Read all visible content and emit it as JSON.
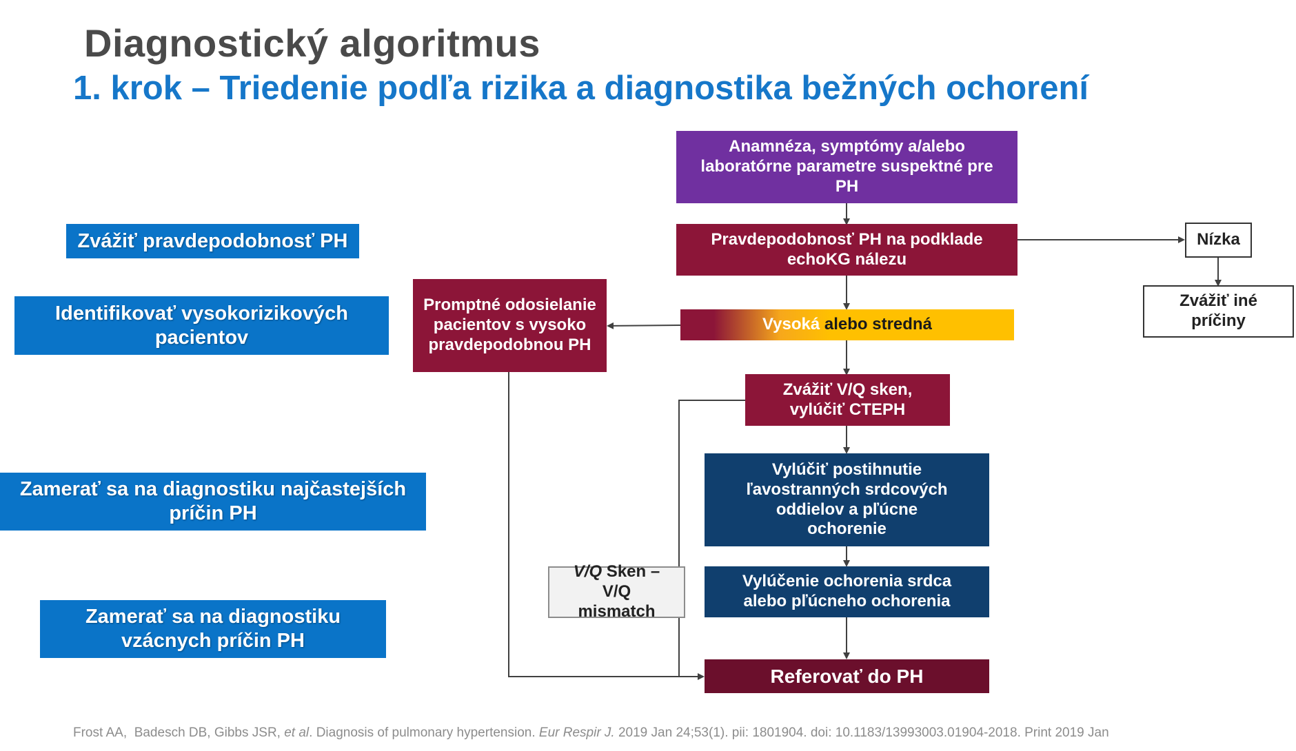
{
  "header": {
    "title": "Diagnostický algoritmus",
    "subtitle": "1. krok – Triedenie podľa rizika a diagnostika bežných ochorení"
  },
  "side_labels": {
    "probability": "Zvážiť pravdepodobnosť PH",
    "high_risk": "Identifikovať vysokorizikových pacientov",
    "common_causes": "Zamerať sa na diagnostiku najčastejších príčin PH",
    "rare_causes": "Zamerať sa na diagnostiku vzácnych príčin PH"
  },
  "flow": {
    "anamnesis": "Anamnéza, symptómy a/alebo laboratórne parametre suspektné pre PH",
    "echo": "Pravdepodobnosť PH na podklade echoKG nálezu",
    "low": "Nízka",
    "consider_other": "Zvážiť iné príčiny",
    "high_or_medium_a": "Vysoká",
    "high_or_medium_b": " alebo stredná",
    "prompt_referral": "Promptné odosielanie pacientov s vysoko pravdepodobnou PH",
    "vq_scan": "Zvážiť V/Q sken, vylúčiť CTEPH",
    "exclude_left_heart": "Vylúčiť postihnutie ľavostranných srdcových oddielov a pľúcne ochorenie",
    "excluded_heart_lung": "Vylúčenie ochorenia srdca alebo pľúcneho ochorenia",
    "vq_mismatch_italic": "V/Q",
    "vq_mismatch_rest": " Sken – V/Q mismatch",
    "refer": "Referovať do PH"
  },
  "citation": {
    "authors_plain": "Frost AA,  Badesch DB, Gibbs JSR, ",
    "et_al": "et al",
    "title_part": ". Diagnosis of pulmonary hypertension. ",
    "journal": "Eur Respir J.",
    "rest": " 2019 Jan 24;53(1). pii: 1801904. doi: 10.1183/13993003.01904-2018. Print 2019 Jan"
  },
  "colors": {
    "title_grey": "#4a4a4a",
    "subtitle_blue": "#1677c9",
    "side_blue": "#0a74c8",
    "purple": "#7030a0",
    "maroon": "#8c1538",
    "navy": "#103f6e",
    "dark_maroon": "#6b0f2c",
    "amber": "#ffc000"
  }
}
